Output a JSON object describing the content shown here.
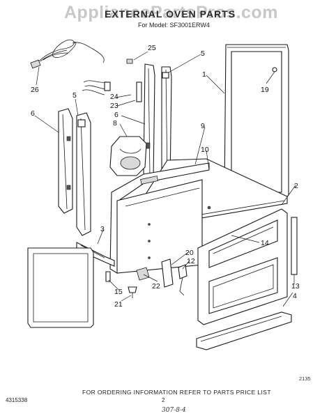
{
  "watermark": "AppliancePartsPros.com",
  "title": "EXTERNAL OVEN PARTS",
  "model_line": "For Model: SF3001ERW4",
  "callouts": [
    "26",
    "25",
    "5",
    "1",
    "19",
    "24",
    "23",
    "6",
    "8",
    "5",
    "6",
    "9",
    "10",
    "2",
    "3",
    "14",
    "20",
    "12",
    "15",
    "21",
    "22",
    "13",
    "4"
  ],
  "fig_code": "2135",
  "footer_note": "FOR ORDERING INFORMATION REFER TO PARTS PRICE LIST",
  "doc_number": "4315338",
  "page_number": "2",
  "handwritten_note": "307-8-4"
}
